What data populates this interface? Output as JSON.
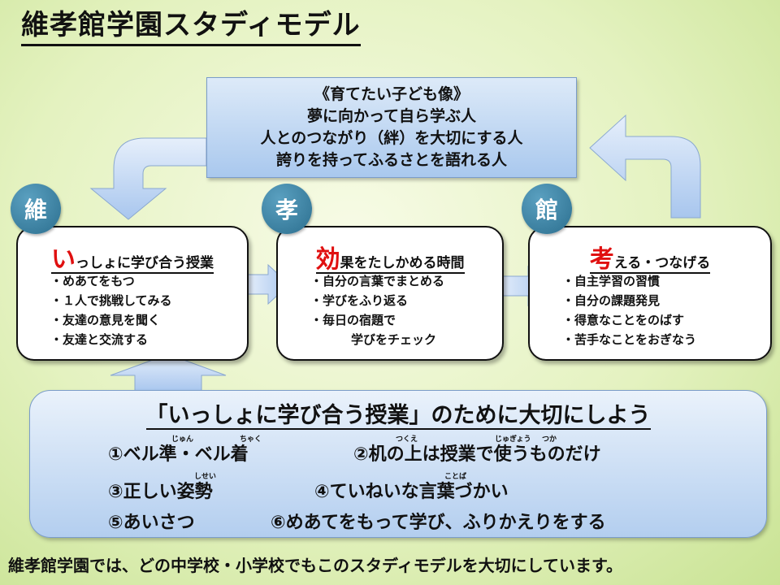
{
  "title": "維孝館学園スタディモデル",
  "ideal": {
    "heading": "《育てたい子ども像》",
    "lines": [
      "夢に向かって自ら学ぶ人",
      "人とのつながり（絆）を大切にする人",
      "誇りを持ってふるさとを語れる人"
    ]
  },
  "stages": [
    {
      "badge": "維",
      "head_big": "い",
      "head_rest": "っしょに学び合う授業",
      "items": [
        "・めあてをもつ",
        "・１人で挑戦してみる",
        "・友達の意見を聞く",
        "・友達と交流する"
      ]
    },
    {
      "badge": "孝",
      "head_big": "効",
      "head_rest": "果をたしかめる時間",
      "items": [
        "・自分の言葉でまとめる",
        "・学びをふり返る",
        "・毎日の宿題で",
        "学びをチェック"
      ]
    },
    {
      "badge": "館",
      "head_big": "考",
      "head_rest": "える・つなげる",
      "items": [
        "・自主学習の習慣",
        "・自分の課題発見",
        "・得意なことをのばす",
        "・苦手なことをおぎなう"
      ]
    }
  ],
  "rules": {
    "title": "「いっしょに学び合う授業」のために大切にしよう",
    "items": [
      "①ベル準・ベル着",
      "②机の上は授業で使うものだけ",
      "③正しい姿勢",
      "④ていねいな言葉づかい",
      "⑤あいさつ",
      "⑥めあてをもって学び、ふりかえりをする"
    ],
    "ruby": [
      "じゅん",
      "ちゃく",
      "つくえ",
      "じゅぎょう",
      "つか",
      "しせい",
      "ことば"
    ]
  },
  "footer": "維孝館学園では、どの中学校・小学校でもこのスタディモデルを大切にしています。",
  "colors": {
    "badge": "#2c6f8f",
    "accent_red": "#e01010",
    "arrow_fill": "#c5daf5"
  }
}
